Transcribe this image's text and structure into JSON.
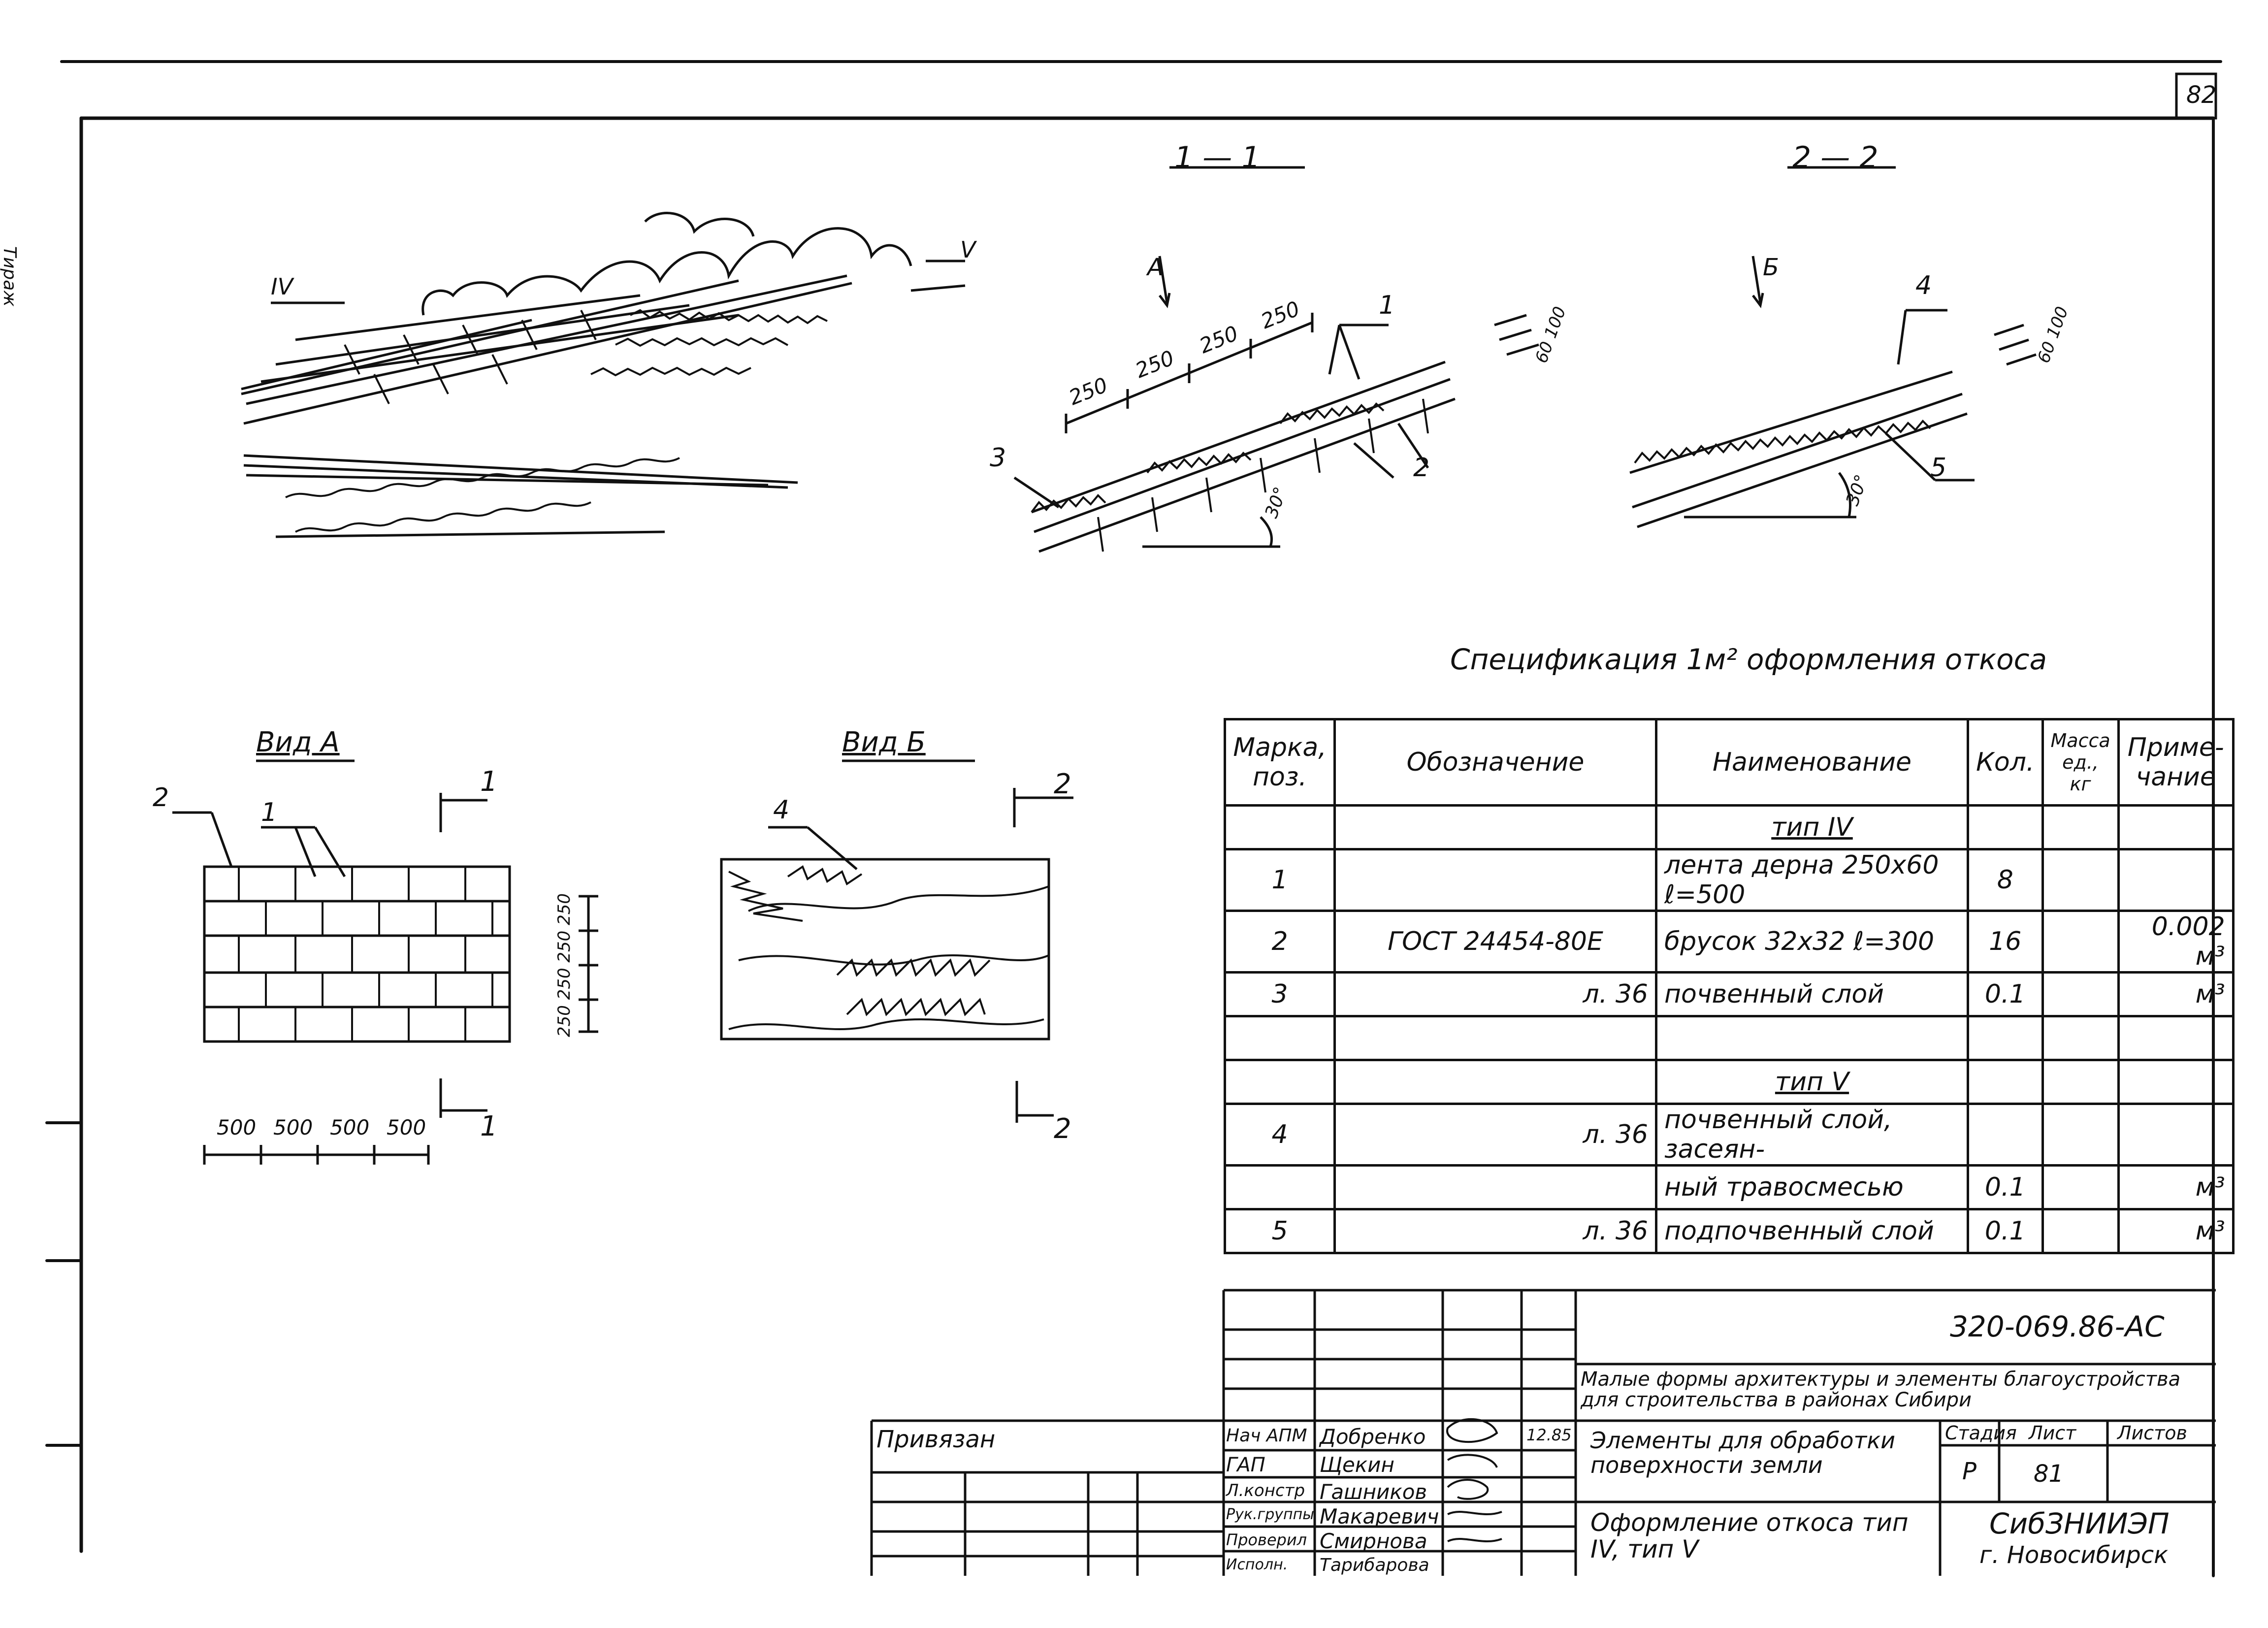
{
  "sheet_number": "82",
  "section_1_label": "1 — 1",
  "section_2_label": "2 — 2",
  "section_1": {
    "arrow_label": "А",
    "dims": [
      "250",
      "250",
      "250",
      "250"
    ],
    "callouts": [
      "1",
      "2",
      "3"
    ],
    "thickness_dims": "60 100",
    "angle": "30°"
  },
  "section_2": {
    "arrow_label": "Б",
    "callouts": [
      "4",
      "5"
    ],
    "thickness_dims": "60 100",
    "angle": "30°"
  },
  "plan": {
    "labels": [
      "IV",
      "V"
    ]
  },
  "view_a": {
    "title": "Вид А",
    "callouts": [
      "2",
      "1"
    ],
    "section_marks": [
      "1",
      "1"
    ],
    "dims_bottom": [
      "500",
      "500",
      "500",
      "500"
    ],
    "dims_side": "250 250 250 250"
  },
  "view_b": {
    "title": "Вид Б",
    "callouts": [
      "4"
    ],
    "section_marks": [
      "2",
      "2"
    ]
  },
  "spec": {
    "title": "Спецификация 1м² оформления откоса",
    "headers": [
      "Марка, поз.",
      "Обозначение",
      "Наименование",
      "Кол.",
      "Масса ед., кг",
      "Приме- чание"
    ],
    "rows": [
      [
        "",
        "",
        "тип IV",
        "",
        "",
        ""
      ],
      [
        "1",
        "",
        "лента дерна 250х60 ℓ=500",
        "8",
        "",
        ""
      ],
      [
        "2",
        "ГОСТ 24454-80Е",
        "брусок 32х32 ℓ=300",
        "16",
        "",
        "0.002 м³"
      ],
      [
        "3",
        "л. 36",
        "почвенный слой",
        "0.1",
        "",
        "м³"
      ],
      [
        "",
        "",
        "",
        "",
        "",
        ""
      ],
      [
        "",
        "",
        "тип V",
        "",
        "",
        ""
      ],
      [
        "4",
        "л. 36",
        "почвенный слой, засеян-",
        "",
        "",
        ""
      ],
      [
        "",
        "",
        "ный травосмесью",
        "0.1",
        "",
        "м³"
      ],
      [
        "5",
        "л. 36",
        "подпочвенный слой",
        "0.1",
        "",
        "м³"
      ]
    ]
  },
  "stamp": {
    "code": "320-069.86-АС",
    "project": "Малые формы архитектуры и элементы благоустройства для строительства в районах Сибири",
    "section": "Элементы для обработки поверхности земли",
    "drawing": "Оформление откоса тип IV, тип V",
    "org": "СибЗНИИЭП",
    "city": "г. Новосибирск",
    "stage_label": "Стадия",
    "stage": "Р",
    "sheet_label": "Лист",
    "sheet": "81",
    "sheets_label": "Листов",
    "bound": "Привязан",
    "staff": [
      [
        "Нач АПМ",
        "Добренко"
      ],
      [
        "ГАП",
        "Щекин"
      ],
      [
        "Л.констр",
        "Гашников"
      ],
      [
        "Рук.группы",
        "Макаревич"
      ],
      [
        "Проверил",
        "Смирнова"
      ],
      [
        "Исполн.",
        "Тарибарова"
      ]
    ],
    "date": "12.85"
  },
  "left_margin_text": "Тираж"
}
